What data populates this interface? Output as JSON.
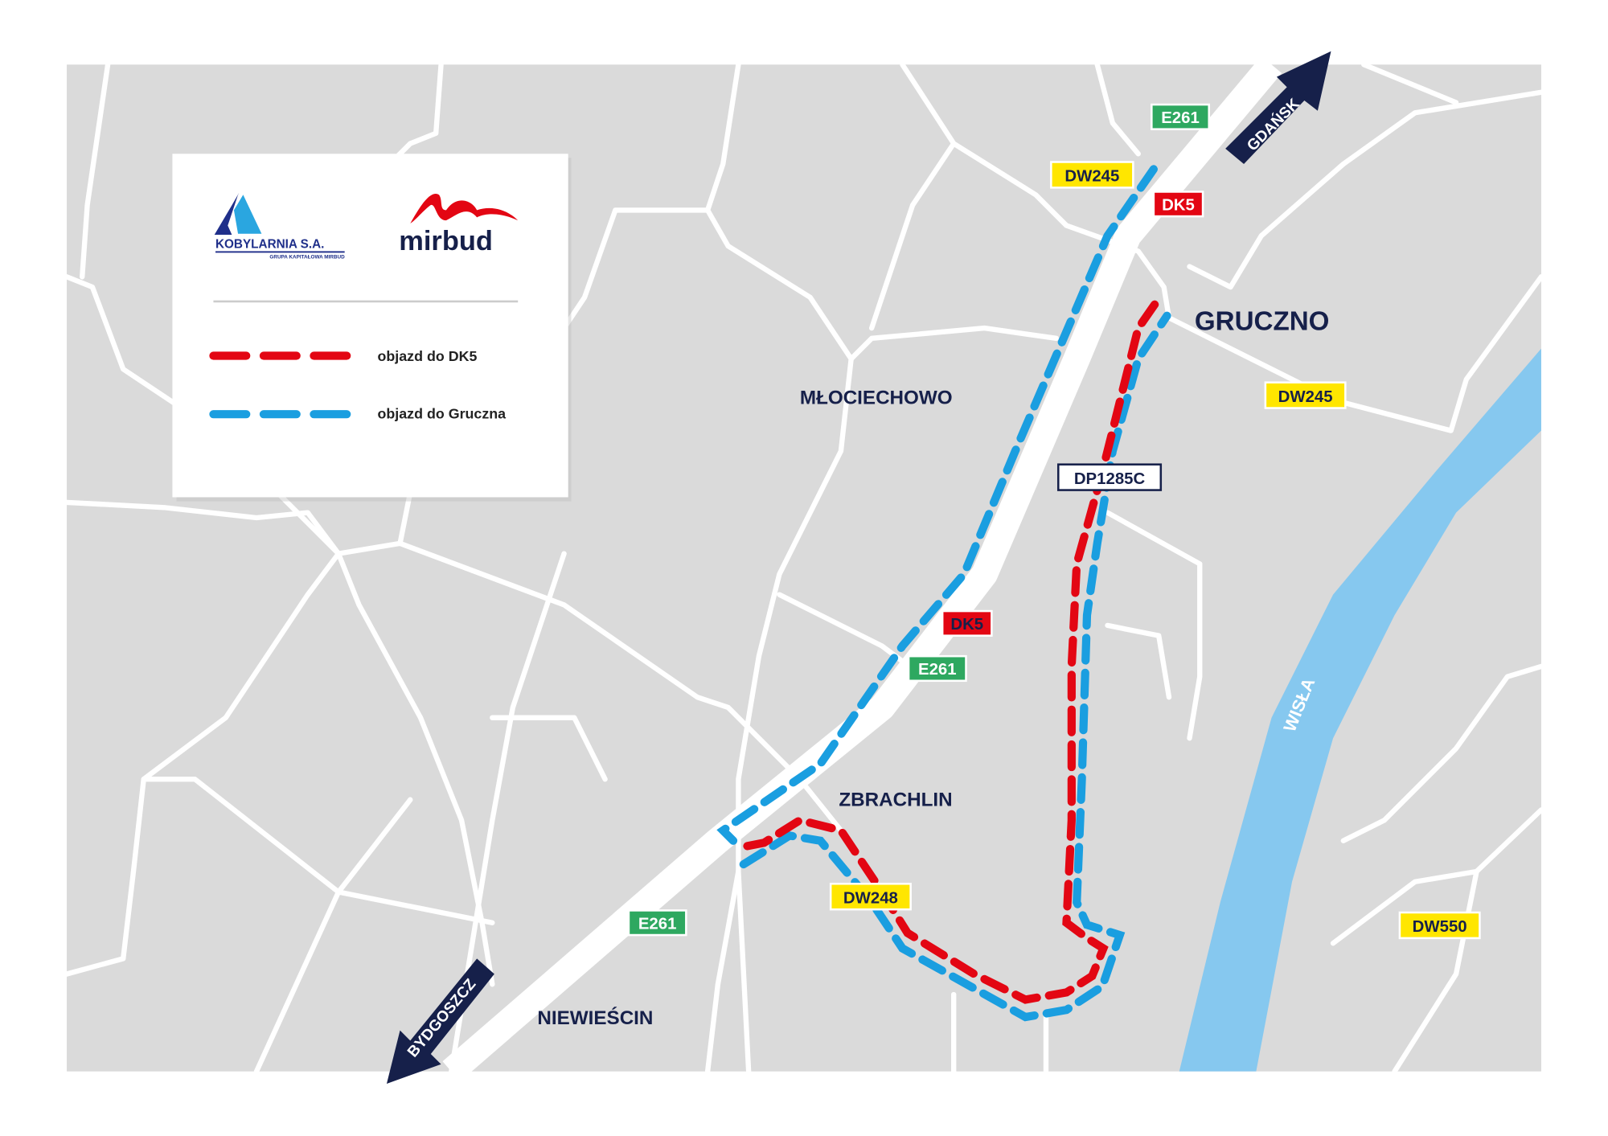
{
  "legend": {
    "logo_kobylarnia": "KOBYLARNIA S.A.",
    "logo_kobylarnia_sub": "GRUPA KAPITAŁOWA MIRBUD",
    "logo_mirbud": "mirbud",
    "items": [
      {
        "label": "objazd do DK5",
        "color": "#e30613"
      },
      {
        "label": "objazd do Gruczna",
        "color": "#1a9ee0"
      }
    ]
  },
  "places": {
    "gruczno": "GRUCZNO",
    "mlociechowo": "MŁOCIECHOWO",
    "zbrachlin": "ZBRACHLIN",
    "niewiescin": "NIEWIEŚCIN",
    "wisla": "WISŁA"
  },
  "directions": {
    "north": "GDAŃSK",
    "south": "BYDGOSZCZ"
  },
  "road_labels": {
    "e261_a": "E261",
    "e261_b": "E261",
    "e261_c": "E261",
    "dk5_a": "DK5",
    "dk5_b": "DK5",
    "dw245_a": "DW245",
    "dw245_b": "DW245",
    "dw248": "DW248",
    "dw550": "DW550",
    "dp1285c": "DP1285C"
  },
  "colors": {
    "map_bg": "#dadada",
    "road": "#ffffff",
    "river": "#86c8ef",
    "navy": "#16204a",
    "green": "#2ea860",
    "yellow": "#ffe600",
    "red": "#e30613",
    "blue": "#1a9ee0"
  }
}
